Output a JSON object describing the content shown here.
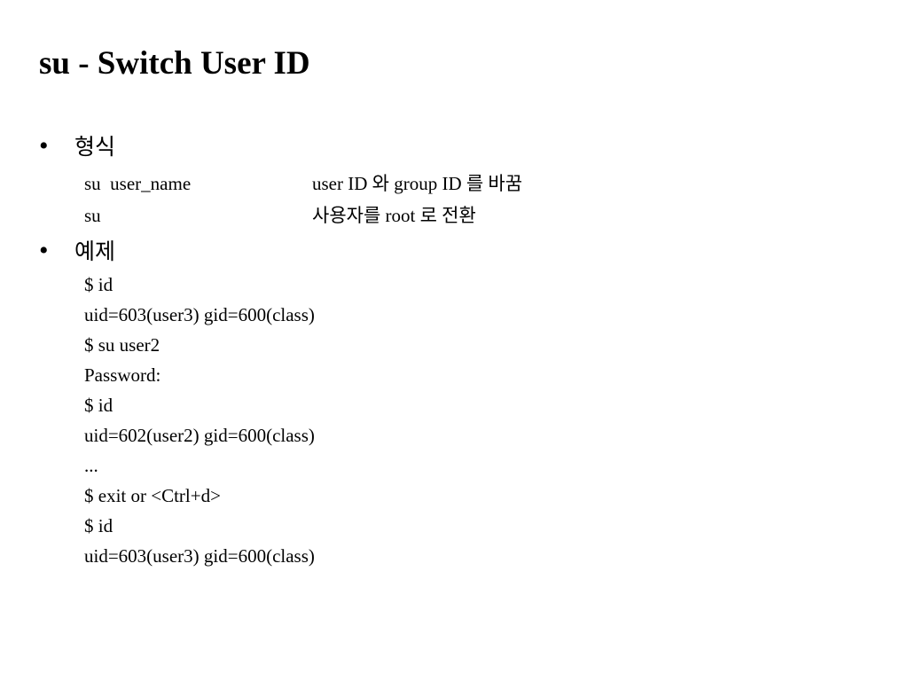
{
  "slide": {
    "title": "su - Switch User ID",
    "sections": [
      {
        "bullet": "•",
        "heading": "형식",
        "rows": [
          {
            "command": "su  user_name",
            "description": "user ID 와 group ID 를 바꿈"
          },
          {
            "command": "su",
            "description": "사용자를 root 로 전환"
          }
        ]
      },
      {
        "bullet": "•",
        "heading": "예제",
        "lines": [
          "$ id",
          "uid=603(user3) gid=600(class)",
          "$ su user2",
          "Password:",
          "$ id",
          "uid=602(user2) gid=600(class)",
          "...",
          "$ exit or <Ctrl+d>",
          "$ id",
          "uid=603(user3) gid=600(class)"
        ]
      }
    ]
  }
}
